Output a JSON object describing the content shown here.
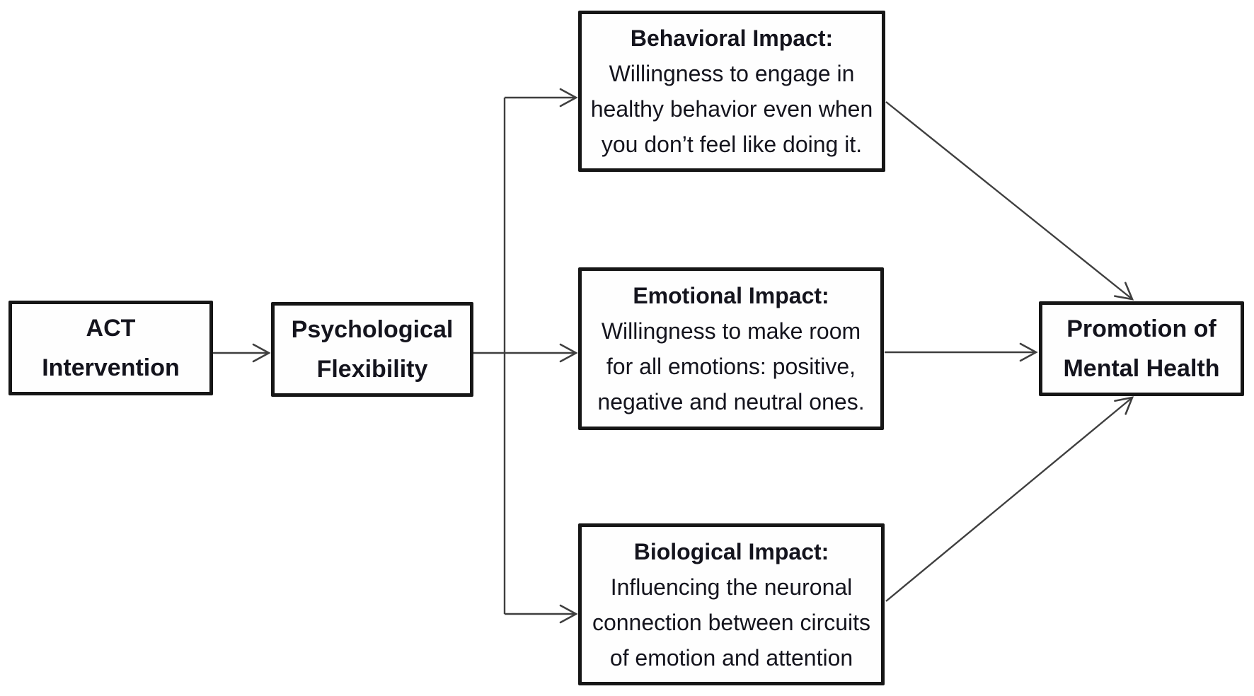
{
  "diagram": {
    "type": "flow-diagram",
    "background_color": "#ffffff",
    "box_border_color": "#161616",
    "text_color": "#14141d",
    "arrow_color": "#3f3f3f",
    "nodes": {
      "act": {
        "line1": "ACT",
        "line2": "Intervention"
      },
      "psych": {
        "line1": "Psychological",
        "line2": "Flexibility"
      },
      "behavioral": {
        "heading": "Behavioral Impact:",
        "body": "Willingness to engage in\nhealthy behavior even when\nyou don’t feel like doing it."
      },
      "emotional": {
        "heading": "Emotional Impact:",
        "body": "Willingness to make room\nfor all emotions: positive,\nnegative and neutral ones."
      },
      "biological": {
        "heading": "Biological Impact:",
        "body": "Influencing the neuronal\nconnection between circuits\nof emotion and attention"
      },
      "promotion": {
        "line1": "Promotion of",
        "line2": "Mental Health"
      }
    },
    "edges": [
      {
        "from": "ACT Intervention",
        "to": "Psychological Flexibility"
      },
      {
        "from": "Psychological Flexibility",
        "to": "Behavioral Impact"
      },
      {
        "from": "Psychological Flexibility",
        "to": "Emotional Impact"
      },
      {
        "from": "Psychological Flexibility",
        "to": "Biological Impact"
      },
      {
        "from": "Behavioral Impact",
        "to": "Promotion of Mental Health"
      },
      {
        "from": "Emotional Impact",
        "to": "Promotion of Mental Health"
      },
      {
        "from": "Biological Impact",
        "to": "Promotion of Mental Health"
      }
    ]
  }
}
